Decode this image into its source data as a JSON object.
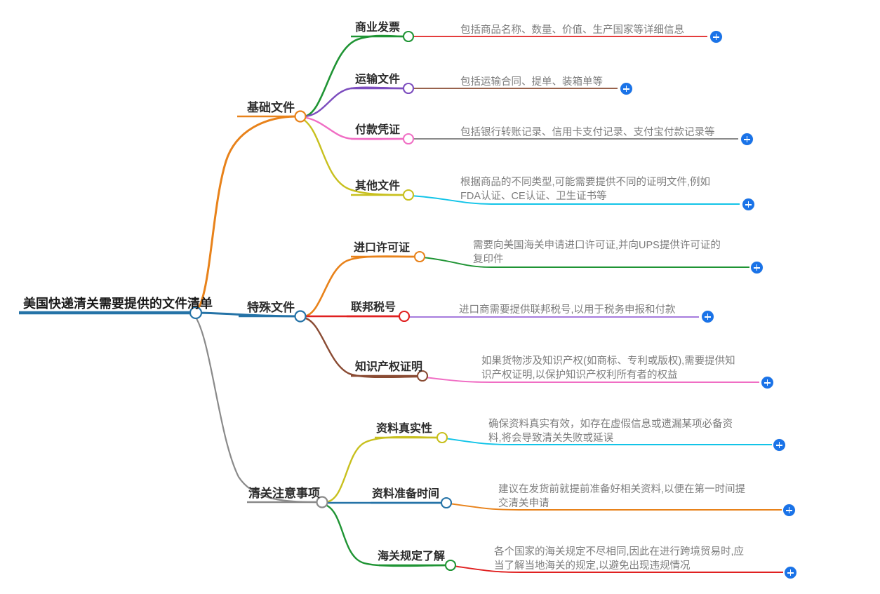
{
  "mindmap": {
    "root": {
      "label": "美国快递清关需要提供的文件清单",
      "underline_color": "#2573a7",
      "node_color": "#2573a7"
    },
    "branches": [
      {
        "label": "基础文件",
        "node_color": "#e8821a",
        "underline_color": "#e8821a",
        "children": [
          {
            "label": "商业发票",
            "node_color": "#1f9434",
            "branch_color": "#1f9434",
            "detail": "包括商品名称、数量、价值、生产国家等详细信息",
            "detail_line_color": "#e02020",
            "expand_icon": "plus-icon"
          },
          {
            "label": "运输文件",
            "node_color": "#7c4dbe",
            "branch_color": "#7c4dbe",
            "detail": "包括运输合同、提单、装箱单等",
            "detail_line_color": "#8a4b33",
            "expand_icon": "plus-icon"
          },
          {
            "label": "付款凭证",
            "node_color": "#f06ec4",
            "branch_color": "#f06ec4",
            "detail": "包括银行转账记录、信用卡支付记录、支付宝付款记录等",
            "detail_line_color": "#7a7a7a",
            "expand_icon": "plus-icon"
          },
          {
            "label": "其他文件",
            "node_color": "#c8c01e",
            "branch_color": "#c8c01e",
            "detail": "根据商品的不同类型,可能需要提供不同的证明文件,例如\nFDA认证、CE认证、卫生证书等",
            "detail_line_color": "#12c4e8",
            "expand_icon": "plus-icon"
          }
        ]
      },
      {
        "label": "特殊文件",
        "node_color": "#2573a7",
        "underline_color": "#2573a7",
        "children": [
          {
            "label": "进口许可证",
            "node_color": "#e8821a",
            "branch_color": "#e8821a",
            "detail": "需要向美国海关申请进口许可证,并向UPS提供许可证的\n复印件",
            "detail_line_color": "#1f9434",
            "expand_icon": "plus-icon"
          },
          {
            "label": "联邦税号",
            "node_color": "#e02020",
            "branch_color": "#e02020",
            "detail": "进口商需要提供联邦税号,以用于税务申报和付款",
            "detail_line_color": "#9a68d8",
            "expand_icon": "plus-icon"
          },
          {
            "label": "知识产权证明",
            "node_color": "#8a4b33",
            "branch_color": "#8a4b33",
            "detail": "如果货物涉及知识产权(如商标、专利或版权),需要提供知\n识产权证明,以保护知识产权利所有者的权益",
            "detail_line_color": "#f06ec4",
            "expand_icon": "plus-icon"
          }
        ]
      },
      {
        "label": "清关注意事项",
        "node_color": "#8a8a8a",
        "underline_color": "#8a8a8a",
        "children": [
          {
            "label": "资料真实性",
            "node_color": "#c8c01e",
            "branch_color": "#c8c01e",
            "detail": "确保资料真实有效，如存在虚假信息或遗漏某项必备资\n料,将会导致清关失败或延误",
            "detail_line_color": "#12c4e8",
            "expand_icon": "plus-icon"
          },
          {
            "label": "资料准备时间",
            "node_color": "#2573a7",
            "branch_color": "#2573a7",
            "detail": "建议在发货前就提前准备好相关资料,以便在第一时间提\n交清关申请",
            "detail_line_color": "#e8821a",
            "expand_icon": "plus-icon"
          },
          {
            "label": "海关规定了解",
            "node_color": "#1f9434",
            "branch_color": "#1f9434",
            "detail": "各个国家的海关规定不尽相同,因此在进行跨境贸易时,应\n当了解当地海关的规定,以避免出现违规情况",
            "detail_line_color": "#e02020",
            "expand_icon": "plus-icon"
          }
        ]
      }
    ]
  }
}
